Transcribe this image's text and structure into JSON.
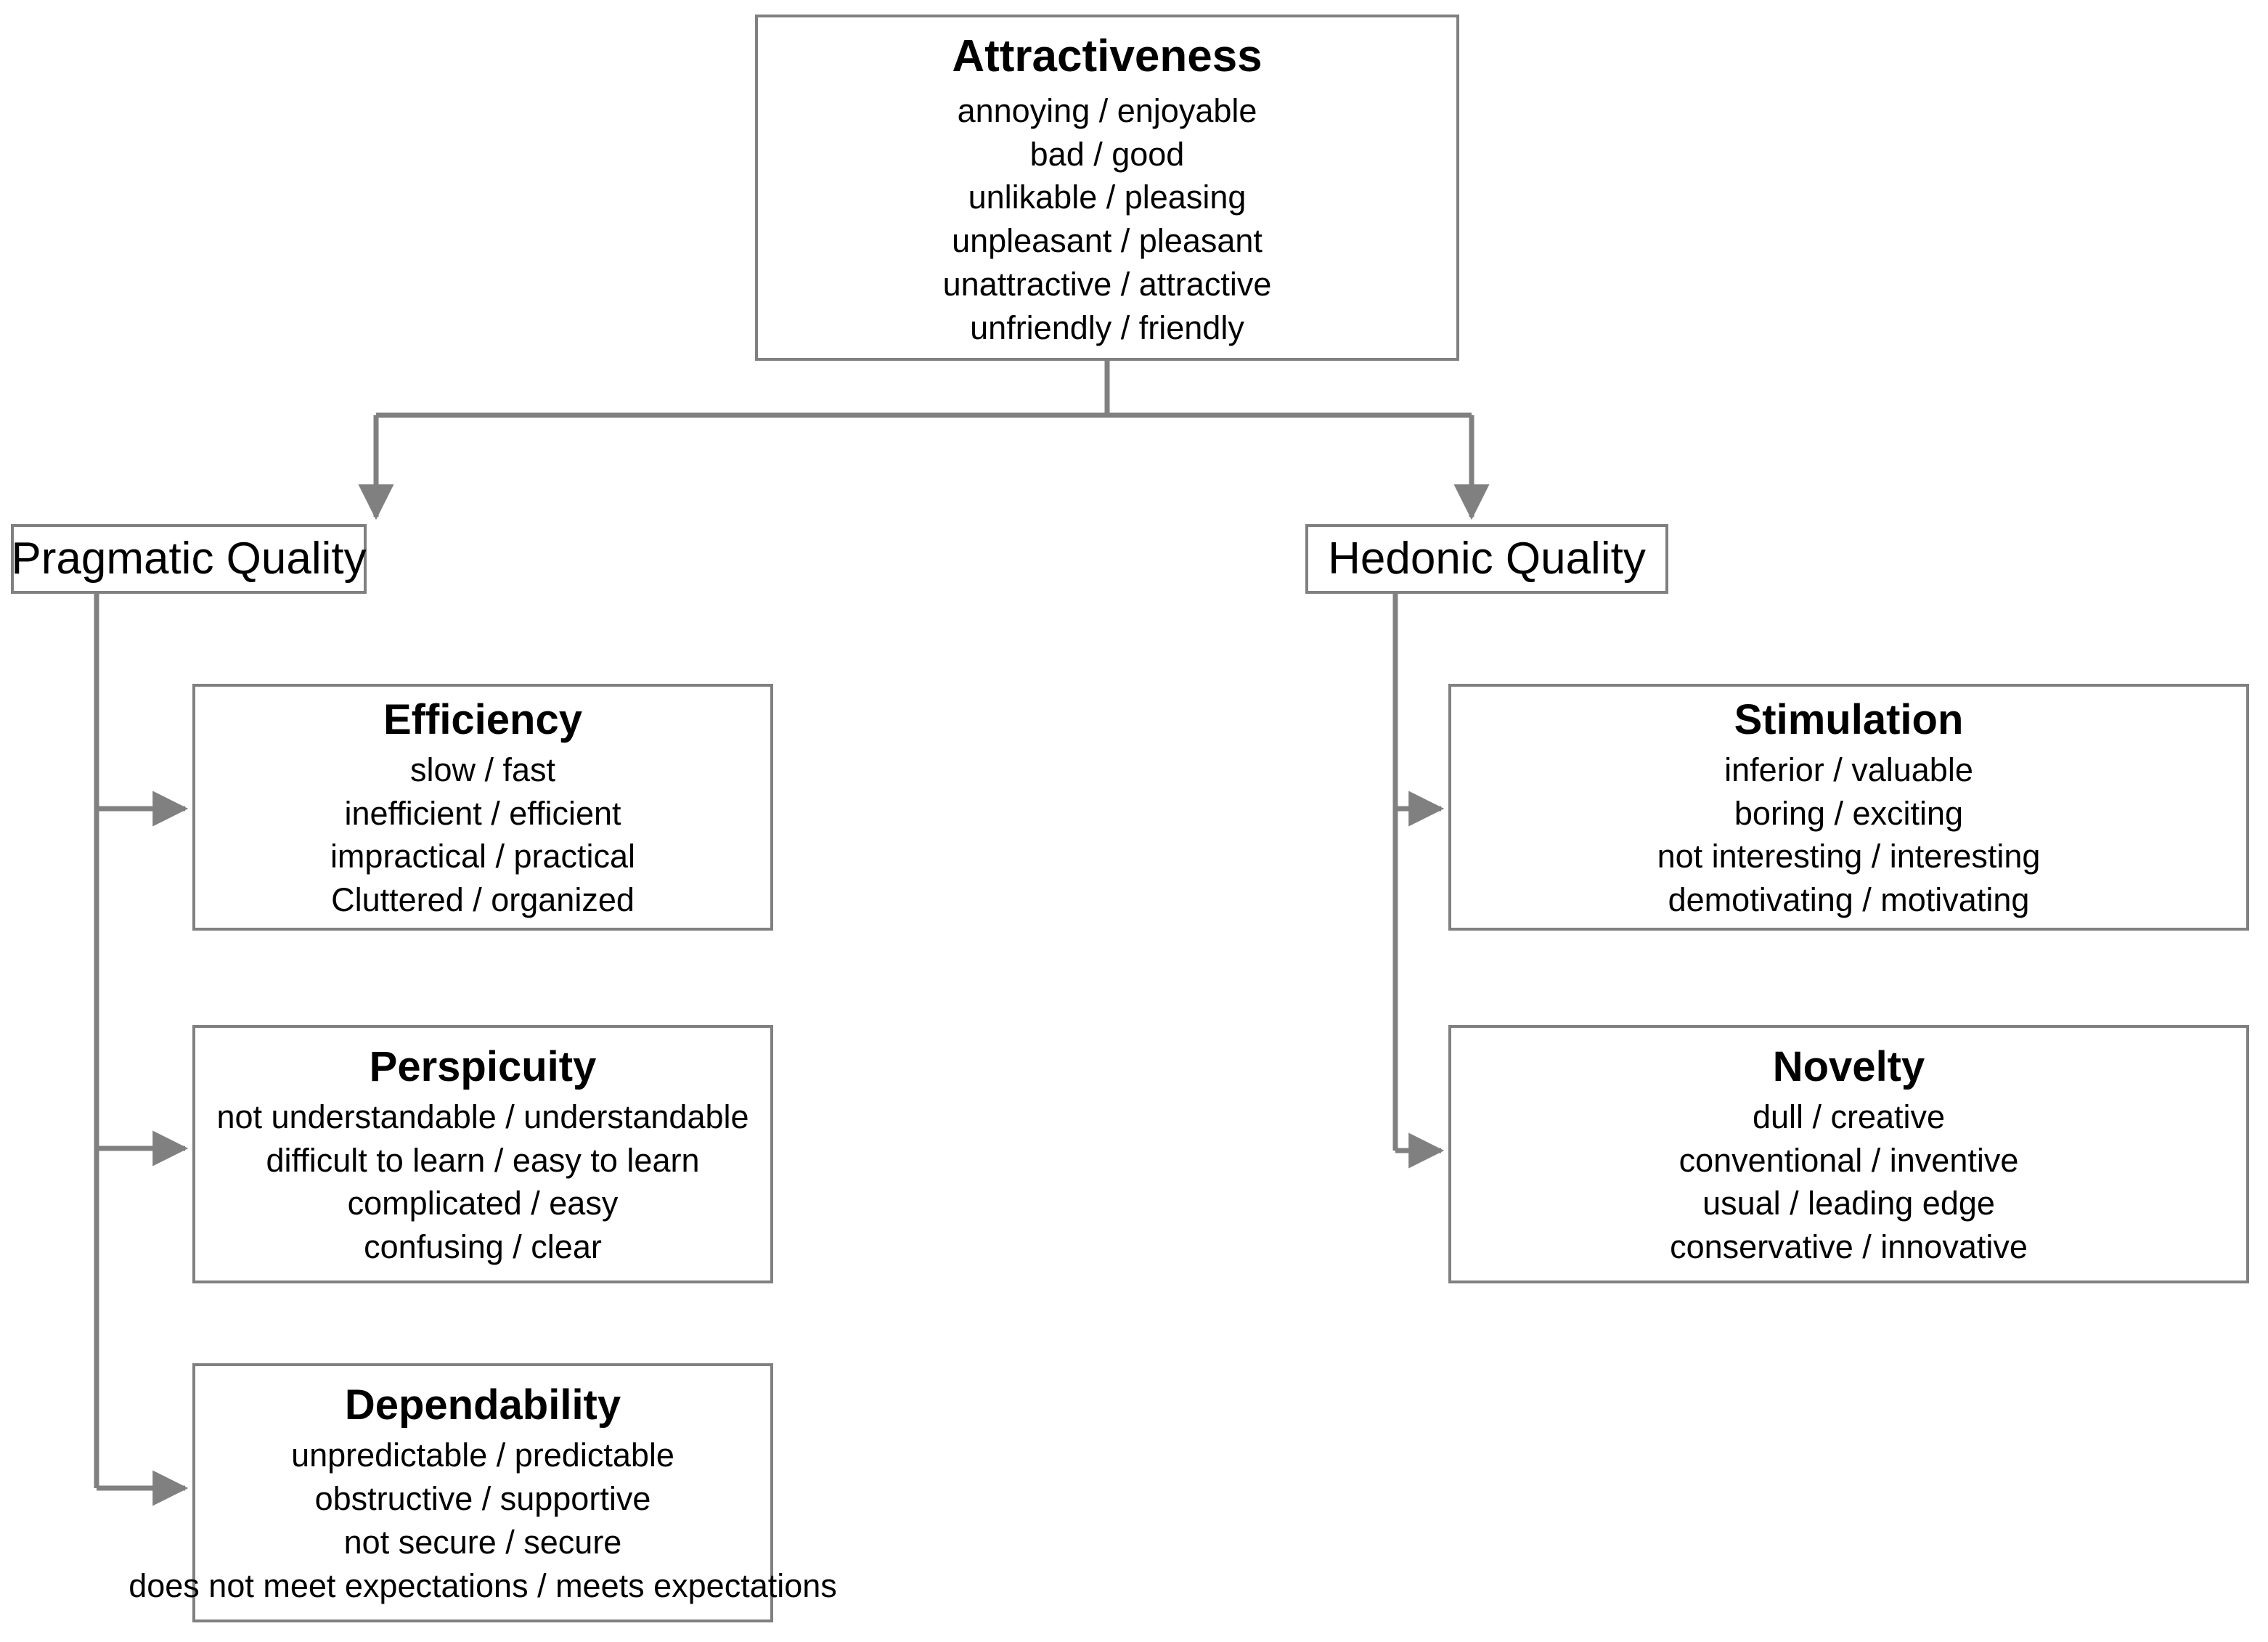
{
  "diagram": {
    "type": "hierarchy-tree",
    "title": "UEQ scale structure",
    "line_color": "#808080",
    "text_color": "#000000",
    "background_color": "#ffffff"
  },
  "root": {
    "label": "Attractiveness",
    "items": [
      "annoying / enjoyable",
      "bad / good",
      "unlikable / pleasing",
      "unpleasant / pleasant",
      "unattractive / attractive",
      "unfriendly / friendly"
    ]
  },
  "branches": [
    {
      "label": "Pragmatic Quality",
      "children": [
        {
          "label": "Efficiency",
          "items": [
            "slow / fast",
            "inefficient / efficient",
            "impractical / practical",
            "Cluttered / organized"
          ]
        },
        {
          "label": "Perspicuity",
          "items": [
            "not understandable / understandable",
            "difficult to learn / easy to learn",
            "complicated / easy",
            "confusing / clear"
          ]
        },
        {
          "label": "Dependability",
          "items": [
            "unpredictable / predictable",
            "obstructive / supportive",
            "not secure / secure",
            "does not meet expectations / meets expectations"
          ]
        }
      ]
    },
    {
      "label": "Hedonic Quality",
      "children": [
        {
          "label": "Stimulation",
          "items": [
            "inferior / valuable",
            "boring / exciting",
            "not interesting / interesting",
            "demotivating / motivating"
          ]
        },
        {
          "label": "Novelty",
          "items": [
            "dull / creative",
            "conventional / inventive",
            "usual / leading edge",
            "conservative / innovative"
          ]
        }
      ]
    }
  ]
}
